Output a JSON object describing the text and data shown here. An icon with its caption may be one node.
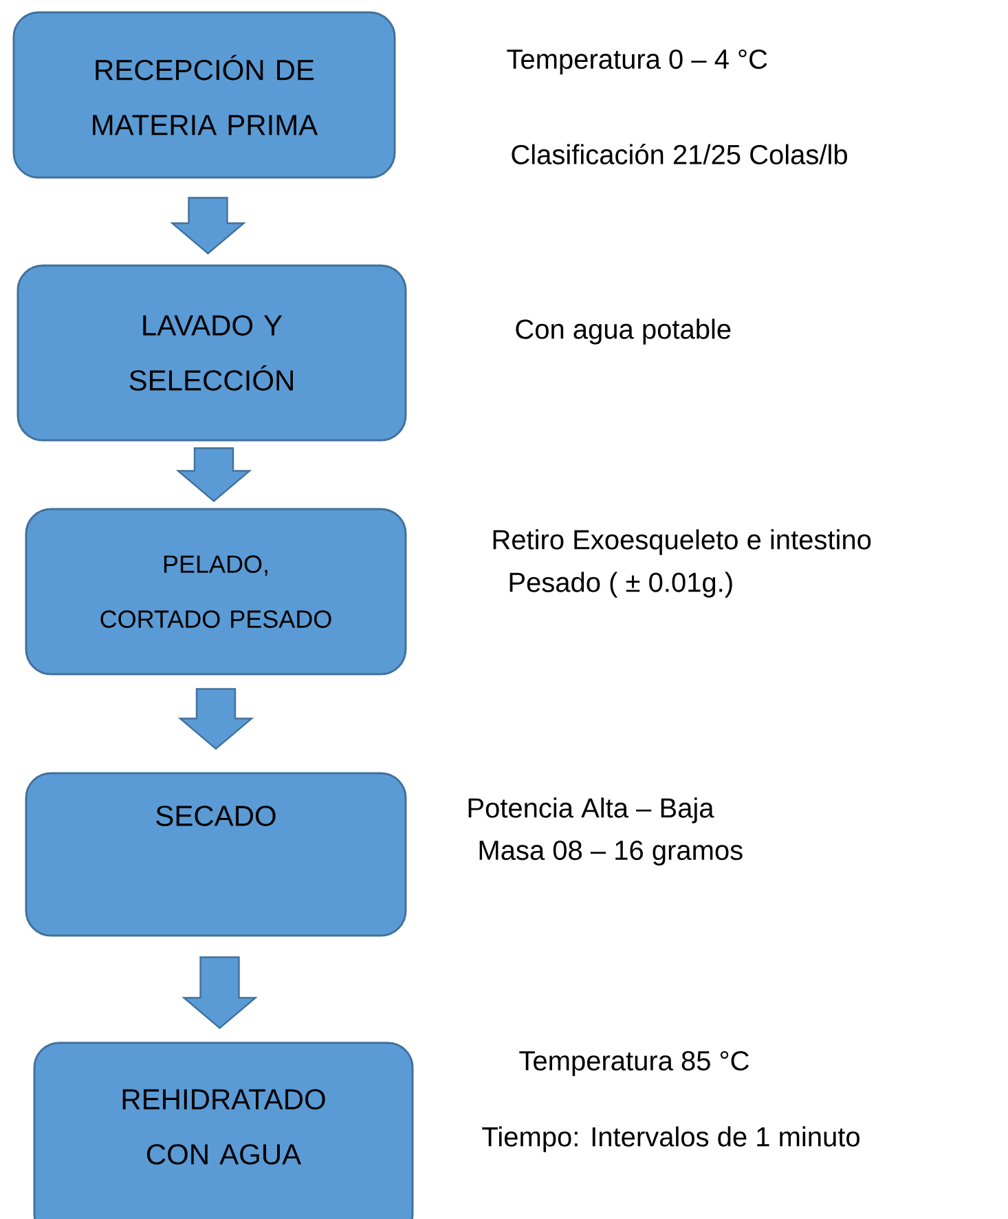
{
  "diagram": {
    "nodes": [
      {
        "text": [
          "RECEPCIÓN DE MATERIA PRIMA"
        ],
        "beside": [
          "Temperatura 0 – 4 °C",
          "Clasificación 21/25 Colas/lb"
        ]
      },
      {
        "text": [
          "LAVADO Y SELECCIÓN"
        ],
        "beside": [
          "Con agua potable"
        ]
      },
      {
        "text": [
          "PELADO, CORTADO PESADO"
        ],
        "beside": [
          "Retiro Exoesqueleto e intestino",
          "Pesado ( ± 0.01g.)"
        ]
      },
      {
        "text": [
          "SECADO"
        ],
        "beside": [
          "Potencia Alta – Baja",
          "Masa 08 – 16 gramos"
        ]
      },
      {
        "text": [
          "REHIDRATADO CON AGUA"
        ],
        "beside": [
          "Temperatura 85 °C",
          "Tiempo: Intervalos de 1 minuto"
        ]
      }
    ],
    "edges": [
      {
        "from": 0,
        "to": 1,
        "arrow": "to"
      },
      {
        "from": 1,
        "to": 2,
        "arrow": "to"
      },
      {
        "from": 2,
        "to": 3,
        "arrow": "to"
      },
      {
        "from": 3,
        "to": 4,
        "arrow": "to"
      }
    ]
  }
}
